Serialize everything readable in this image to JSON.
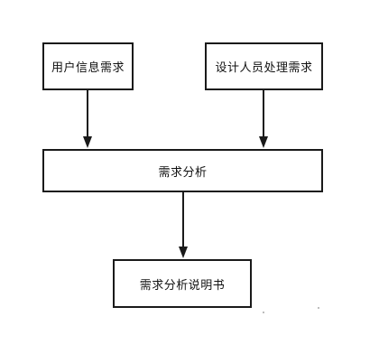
{
  "nodes": {
    "user_requirements": "用户信息需求",
    "designer_requirements": "设计人员处理需求",
    "requirements_analysis": "需求分析",
    "requirements_spec": "需求分析说明书"
  },
  "colors": {
    "stroke": "#1a1a1a",
    "background": "#ffffff"
  }
}
